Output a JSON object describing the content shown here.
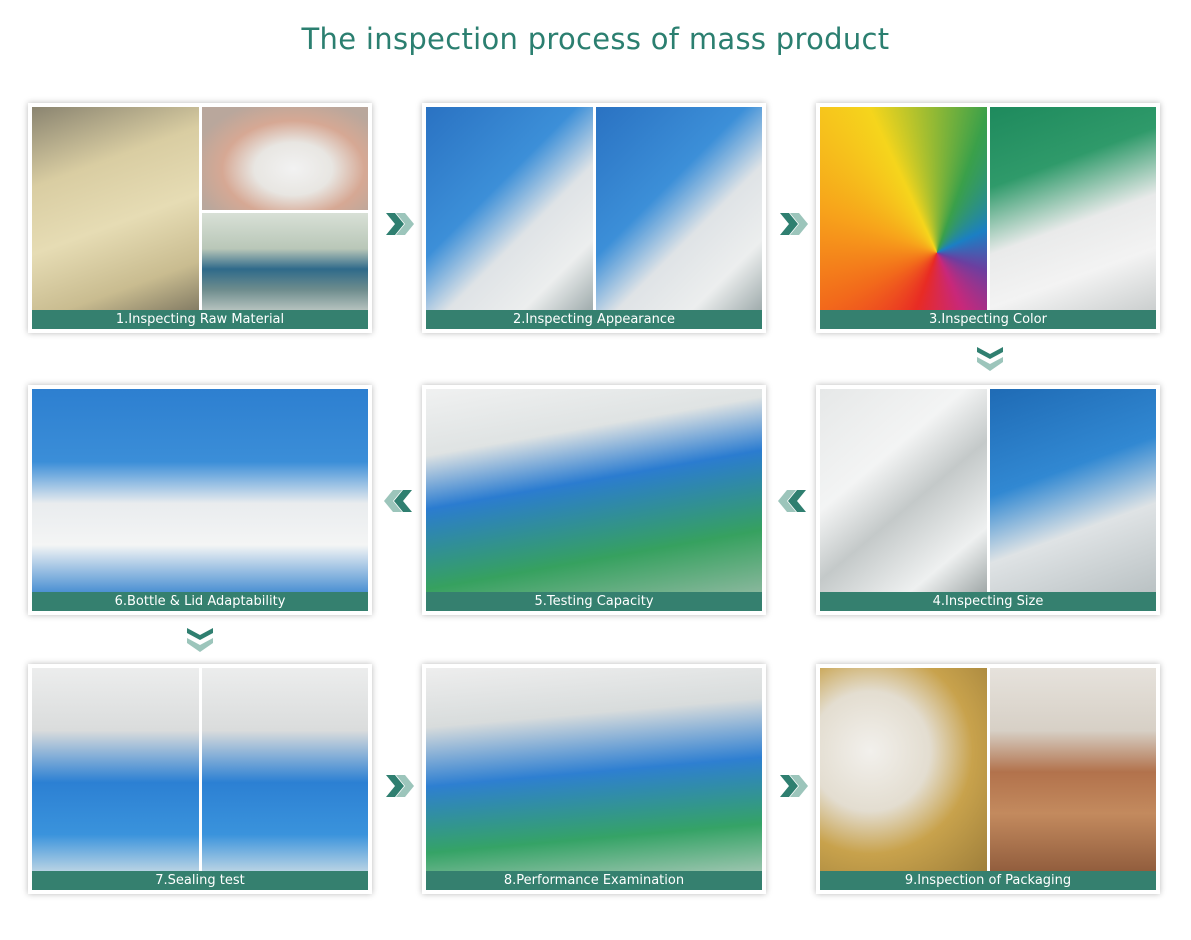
{
  "title": "The inspection process of mass product",
  "colors": {
    "accent": "#2b7f70",
    "caption_bg": "#35806f"
  },
  "steps": [
    {
      "label": "1.Inspecting Raw Material"
    },
    {
      "label": "2.Inspecting Appearance"
    },
    {
      "label": "3.Inspecting Color"
    },
    {
      "label": "4.Inspecting Size"
    },
    {
      "label": "5.Testing Capacity"
    },
    {
      "label": "6.Bottle & Lid Adaptability"
    },
    {
      "label": "7.Sealing test"
    },
    {
      "label": "8.Performance Examination"
    },
    {
      "label": "9.Inspection of Packaging"
    }
  ],
  "arrows": [
    {
      "icon": "double-chevron-right-icon"
    },
    {
      "icon": "double-chevron-right-icon"
    },
    {
      "icon": "double-chevron-down-icon"
    },
    {
      "icon": "double-chevron-left-icon"
    },
    {
      "icon": "double-chevron-left-icon"
    },
    {
      "icon": "double-chevron-down-icon"
    },
    {
      "icon": "double-chevron-right-icon"
    },
    {
      "icon": "double-chevron-right-icon"
    }
  ]
}
